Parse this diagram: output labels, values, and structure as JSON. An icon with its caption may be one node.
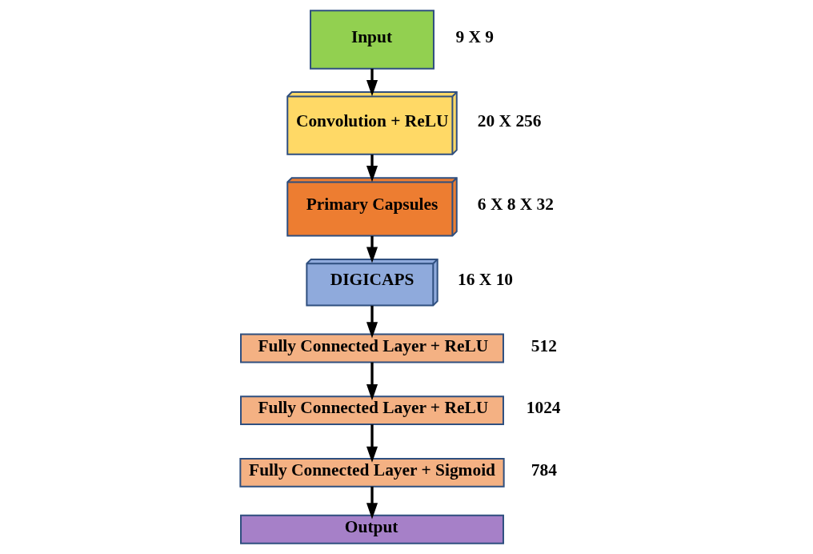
{
  "diagram": {
    "nodes": [
      {
        "text": [
          "Input"
        ],
        "beside": [
          "9 X 9"
        ]
      },
      {
        "text": [
          "Convolution + ReLU"
        ],
        "beside": [
          "20 X 256"
        ]
      },
      {
        "text": [
          "Primary Capsules"
        ],
        "beside": [
          "6 X 8 X 32"
        ]
      },
      {
        "text": [
          "DIGICAPS"
        ],
        "beside": [
          "16 X 10"
        ]
      },
      {
        "text": [
          "Fully Connected Layer + ReLU"
        ],
        "beside": [
          "512"
        ]
      },
      {
        "text": [
          "Fully Connected Layer + ReLU"
        ],
        "beside": [
          "1024"
        ]
      },
      {
        "text": [
          "Fully Connected Layer + Sigmoid"
        ],
        "beside": [
          "784"
        ]
      },
      {
        "text": [
          "Output"
        ]
      }
    ],
    "edges": [
      {
        "from": 0,
        "to": 1,
        "arrow": "to"
      },
      {
        "from": 1,
        "to": 2,
        "arrow": "to"
      },
      {
        "from": 2,
        "to": 3,
        "arrow": "to"
      },
      {
        "from": 3,
        "to": 4,
        "arrow": "to"
      },
      {
        "from": 4,
        "to": 5,
        "arrow": "to"
      },
      {
        "from": 5,
        "to": 6,
        "arrow": "to"
      },
      {
        "from": 6,
        "to": 7,
        "arrow": "to"
      }
    ]
  }
}
